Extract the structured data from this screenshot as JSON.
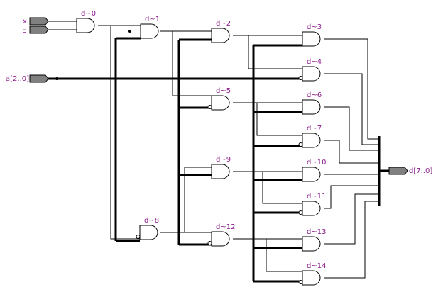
{
  "ports": {
    "x": "x",
    "E": "E",
    "a": "a[2..0]",
    "d": "d[7..0]"
  },
  "gates": [
    {
      "id": "g0",
      "label": "d~0",
      "inv": false
    },
    {
      "id": "g1",
      "label": "d~1",
      "inv": false
    },
    {
      "id": "g2",
      "label": "d~2",
      "inv": false
    },
    {
      "id": "g3",
      "label": "d~3",
      "inv": false
    },
    {
      "id": "g4",
      "label": "d~4",
      "inv": true
    },
    {
      "id": "g5",
      "label": "d~5",
      "inv": true
    },
    {
      "id": "g6",
      "label": "d~6",
      "inv": false
    },
    {
      "id": "g7",
      "label": "d~7",
      "inv": true
    },
    {
      "id": "g9",
      "label": "d~9",
      "inv": false
    },
    {
      "id": "g10",
      "label": "d~10",
      "inv": false
    },
    {
      "id": "g11",
      "label": "d~11",
      "inv": true
    },
    {
      "id": "g8",
      "label": "d~8",
      "inv": true
    },
    {
      "id": "g12",
      "label": "d~12",
      "inv": true
    },
    {
      "id": "g13",
      "label": "d~13",
      "inv": false
    },
    {
      "id": "g14",
      "label": "d~14",
      "inv": true
    }
  ]
}
